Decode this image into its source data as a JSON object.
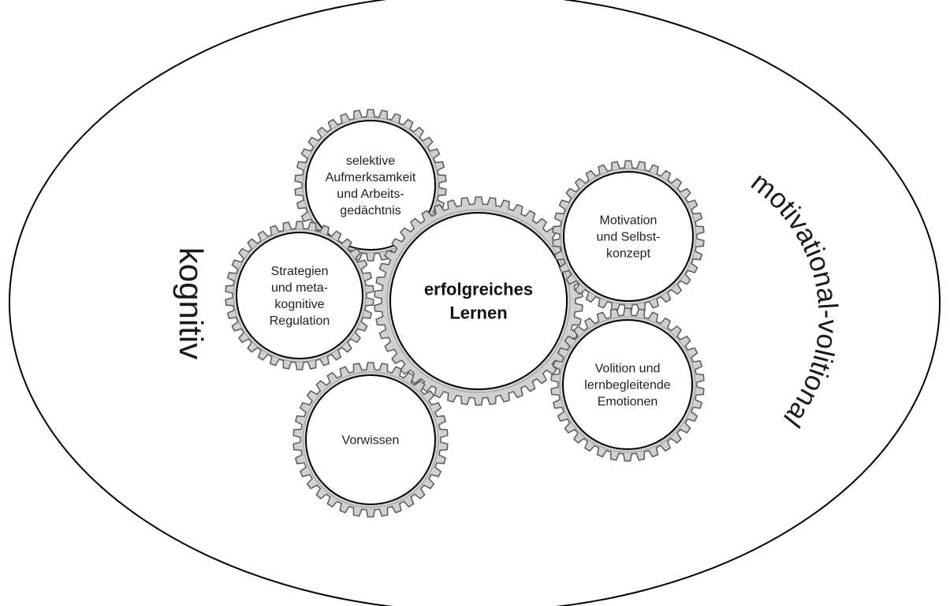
{
  "gears": [
    {
      "id": "selektive",
      "lines": [
        "selektive",
        "Aufmerksamkeit",
        "und Arbeits-",
        "gedächtnis"
      ]
    },
    {
      "id": "strategien",
      "lines": [
        "Strategien",
        "und meta-",
        "kognitive",
        "Regulation"
      ]
    },
    {
      "id": "center",
      "lines": [
        "erfolgreiches",
        "Lernen"
      ]
    },
    {
      "id": "vorwissen",
      "lines": [
        "Vorwissen"
      ]
    },
    {
      "id": "motivation",
      "lines": [
        "Motivation",
        "und Selbst-",
        "konzept"
      ]
    },
    {
      "id": "volition",
      "lines": [
        "Volition und",
        "lernbegleitende",
        "Emotionen"
      ]
    }
  ],
  "labels": {
    "left": "kognitiv",
    "right": "motivational-volitional"
  },
  "colors": {
    "gear_fill": "#d0d0d0",
    "gear_stroke": "#5a5a5a",
    "inner_fill": "#ffffff",
    "outline": "#000000"
  }
}
